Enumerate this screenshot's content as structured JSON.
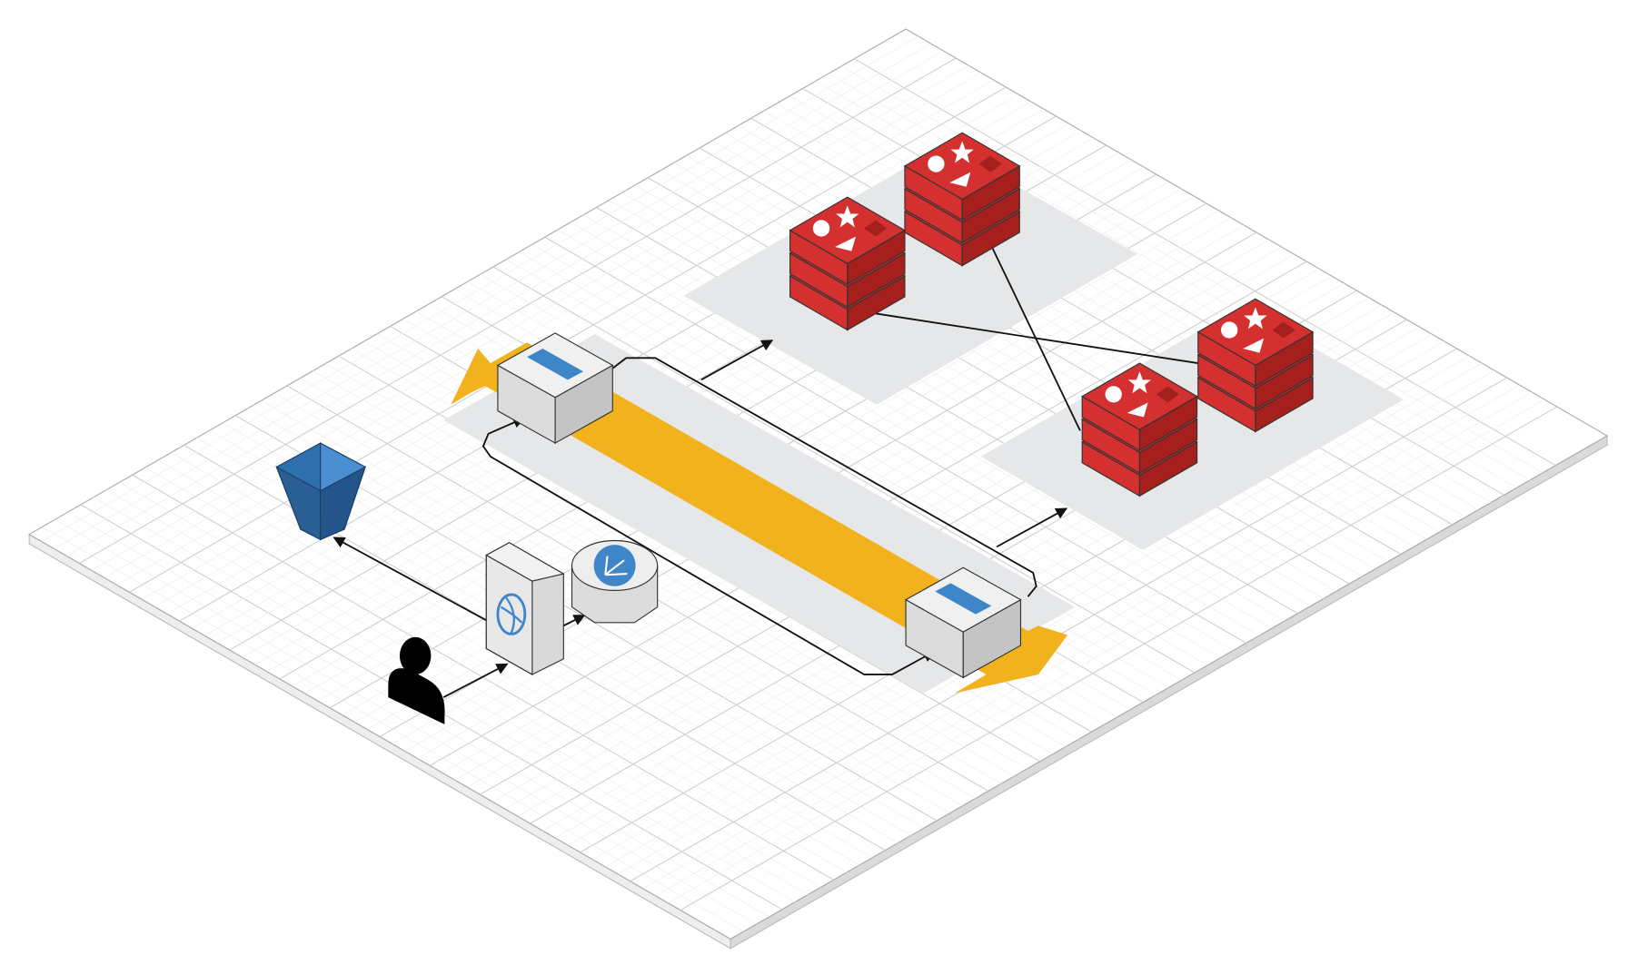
{
  "diagram": {
    "colors": {
      "grid_line": "#cfd0d2",
      "platform_top": "#ffffff",
      "platform_edge": "#d9dadb",
      "zone": "#e6e7e8",
      "traffic_band": "#f2b21d",
      "lb_face": "#e6e6e6",
      "lb_side": "#c4c4c4",
      "accent_blue": "#3f86c9",
      "bucket_blue": "#2e6fae",
      "redis_red": "#d3302f",
      "redis_dark": "#a51f1d",
      "connector": "#111111"
    },
    "nodes": [
      {
        "id": "user",
        "icon": "user-icon"
      },
      {
        "id": "web-server",
        "icon": "globe-server-icon"
      },
      {
        "id": "router",
        "icon": "router-hexagon-icon"
      },
      {
        "id": "storage-bucket",
        "icon": "bucket-icon"
      },
      {
        "id": "load-balancer-1",
        "icon": "load-balancer-icon"
      },
      {
        "id": "load-balancer-2",
        "icon": "load-balancer-icon"
      },
      {
        "id": "redis-1",
        "icon": "redis-stack-icon"
      },
      {
        "id": "redis-2",
        "icon": "redis-stack-icon"
      },
      {
        "id": "redis-3",
        "icon": "redis-stack-icon"
      },
      {
        "id": "redis-4",
        "icon": "redis-stack-icon"
      }
    ],
    "traffic": {
      "icon": "double-arrow-band-icon"
    }
  }
}
